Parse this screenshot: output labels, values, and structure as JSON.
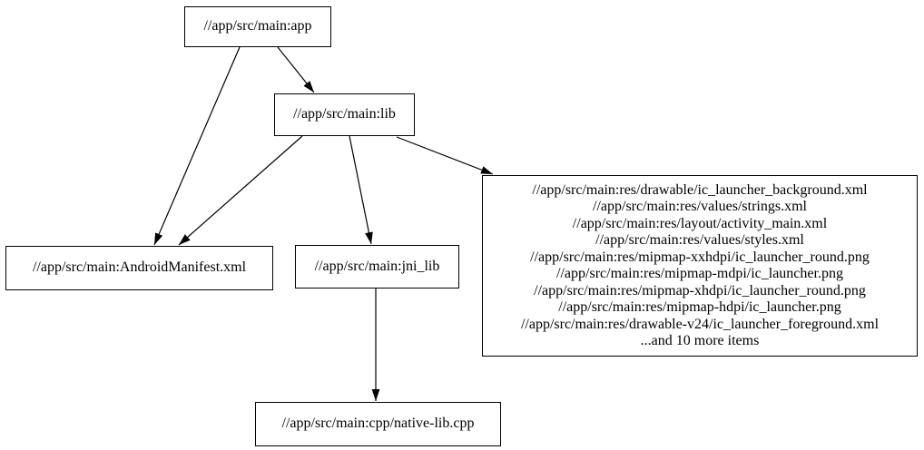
{
  "graph": {
    "type": "dependency-graph",
    "colors": {
      "background": "#ffffff",
      "node_fill": "#ffffff",
      "node_stroke": "#000000",
      "text": "#000000",
      "edge": "#000000"
    },
    "nodes": {
      "app": {
        "label": "//app/src/main:app"
      },
      "lib": {
        "label": "//app/src/main:lib"
      },
      "android_manifest": {
        "label": "//app/src/main:AndroidManifest.xml"
      },
      "jni_lib": {
        "label": "//app/src/main:jni_lib"
      },
      "res_group": {
        "lines": [
          "//app/src/main:res/drawable/ic_launcher_background.xml",
          "//app/src/main:res/values/strings.xml",
          "//app/src/main:res/layout/activity_main.xml",
          "//app/src/main:res/values/styles.xml",
          "//app/src/main:res/mipmap-xxhdpi/ic_launcher_round.png",
          "//app/src/main:res/mipmap-mdpi/ic_launcher.png",
          "//app/src/main:res/mipmap-xhdpi/ic_launcher_round.png",
          "//app/src/main:res/mipmap-hdpi/ic_launcher.png",
          "//app/src/main:res/drawable-v24/ic_launcher_foreground.xml",
          "...and 10 more items"
        ]
      },
      "native_lib_cpp": {
        "label": "//app/src/main:cpp/native-lib.cpp"
      }
    },
    "edges": [
      {
        "from": "app",
        "to": "lib"
      },
      {
        "from": "app",
        "to": "android_manifest"
      },
      {
        "from": "lib",
        "to": "android_manifest"
      },
      {
        "from": "lib",
        "to": "jni_lib"
      },
      {
        "from": "lib",
        "to": "res_group"
      },
      {
        "from": "jni_lib",
        "to": "native_lib_cpp"
      }
    ]
  }
}
